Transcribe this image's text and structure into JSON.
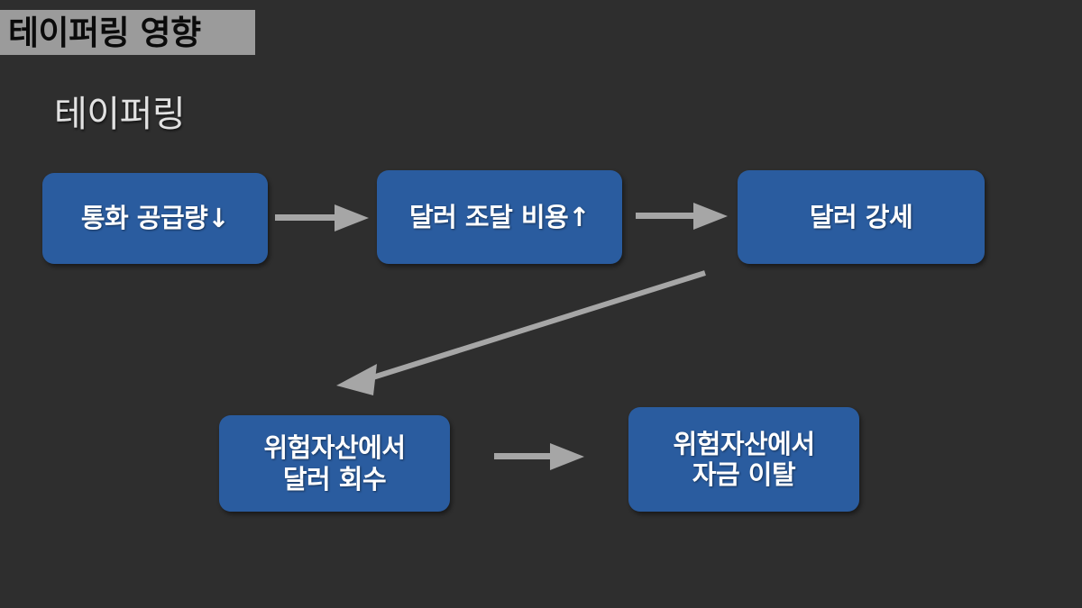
{
  "slide": {
    "background_color": "#2e2e2e",
    "title": {
      "text": "테이퍼링 영향",
      "banner_color": "#9b9b9b",
      "text_color": "#0b0b0b"
    },
    "subtitle": {
      "text": "테이퍼링",
      "text_color": "#e2e2e2"
    }
  },
  "diagram": {
    "node_color": "#2a5c9f",
    "node_text_color": "#ffffff",
    "arrow_color": "#a6a6a6",
    "nodes": [
      {
        "id": "money-supply",
        "label": "통화 공급량↓"
      },
      {
        "id": "dollar-cost",
        "label": "달러 조달 비용↑"
      },
      {
        "id": "dollar-strong",
        "label": "달러 강세"
      },
      {
        "id": "recall-dollar",
        "label": "위험자산에서\n달러 회수"
      },
      {
        "id": "capital-flight",
        "label": "위험자산에서\n자금 이탈"
      }
    ],
    "connectors": [
      {
        "id": "arrow-1",
        "from": "money-supply",
        "to": "dollar-cost",
        "direction": "right"
      },
      {
        "id": "arrow-2",
        "from": "dollar-cost",
        "to": "dollar-strong",
        "direction": "right"
      },
      {
        "id": "arrow-diagonal",
        "from": "dollar-strong",
        "to": "recall-dollar",
        "direction": "down-left"
      },
      {
        "id": "arrow-3",
        "from": "recall-dollar",
        "to": "capital-flight",
        "direction": "right"
      }
    ]
  }
}
